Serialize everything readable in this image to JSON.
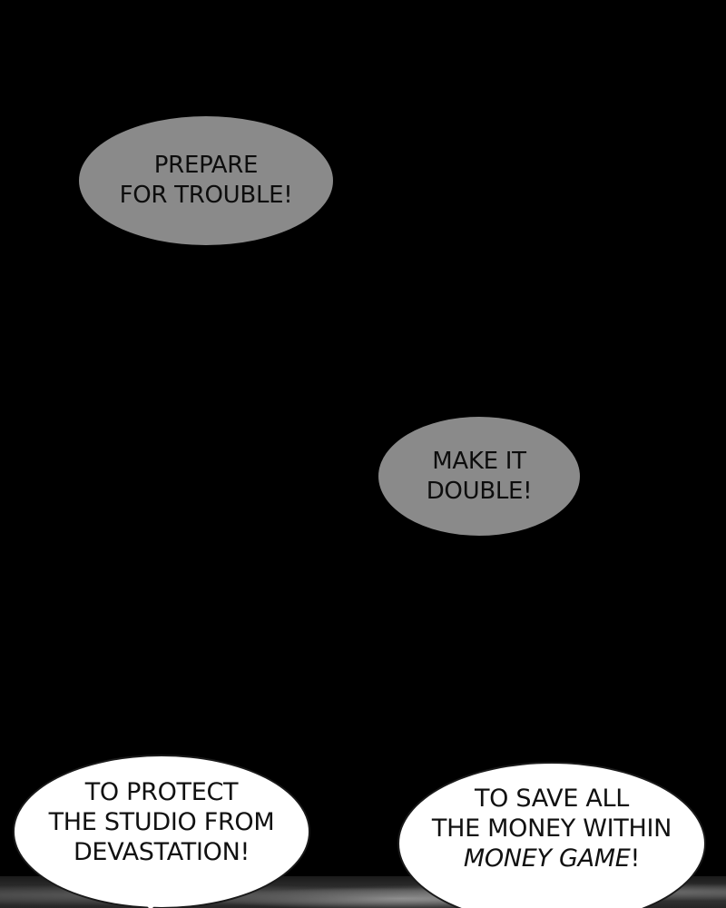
{
  "panel": {
    "background_color": "#000000",
    "bubbles": [
      {
        "style": "gray",
        "lines": [
          "PREPARE",
          "FOR TROUBLE!"
        ]
      },
      {
        "style": "gray",
        "lines": [
          "MAKE IT",
          "DOUBLE!"
        ]
      },
      {
        "style": "white",
        "lines": [
          "TO PROTECT",
          "THE STUDIO FROM",
          "DEVASTATION!"
        ]
      },
      {
        "style": "white",
        "lines": [
          "TO SAVE ALL",
          "THE MONEY WITHIN"
        ],
        "last_line_italic": "MONEY GAME",
        "last_line_end": "!"
      }
    ],
    "colors": {
      "gray_bubble": "#8a8a8a",
      "white_bubble": "#ffffff"
    }
  }
}
